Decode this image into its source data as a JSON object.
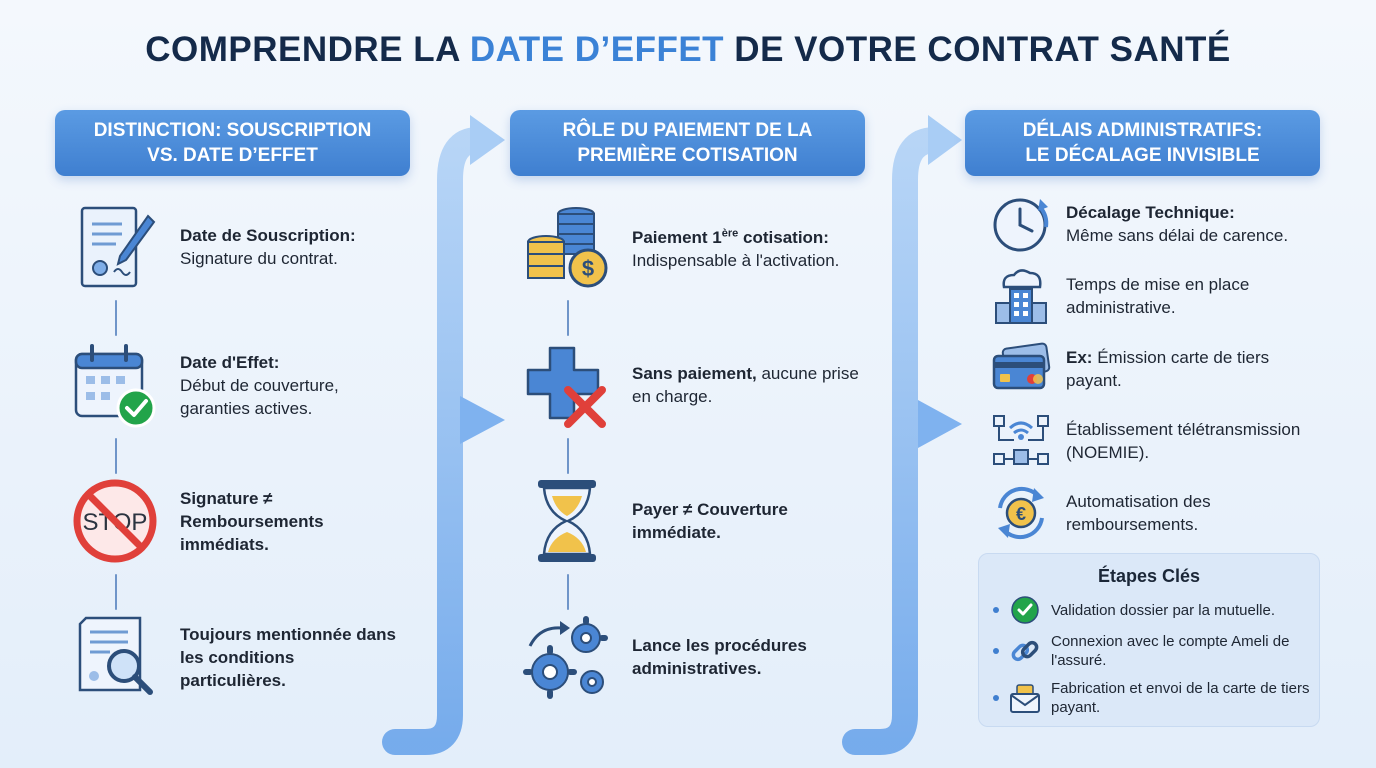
{
  "title": {
    "part1": "COMPRENDRE LA ",
    "highlight": "DATE D’EFFET",
    "part2": " DE VOTRE CONTRAT SANTÉ"
  },
  "columns": [
    {
      "header": [
        "DISTINCTION: SOUSCRIPTION",
        "VS. DATE D’EFFET"
      ],
      "items": [
        {
          "bold": "Date de Souscription:",
          "text": "Signature du contrat.",
          "icon": "contract-pen-icon"
        },
        {
          "bold": "Date d'Effet:",
          "text": "Début de couverture, garanties actives.",
          "icon": "calendar-check-icon"
        },
        {
          "bold": "Signature ≠ Remboursements immédiats.",
          "text": "",
          "icon": "stop-sign-icon"
        },
        {
          "bold": "Toujours mentionnée dans les conditions particulières.",
          "text": "",
          "icon": "document-magnifier-icon"
        }
      ]
    },
    {
      "header": [
        "RÔLE DU PAIEMENT DE LA",
        "PREMIÈRE COTISATION"
      ],
      "items": [
        {
          "bold": "Paiement 1",
          "sup": "ère",
          "bold2": " cotisation:",
          "text": "Indispensable à l'activation.",
          "icon": "coins-dollar-icon"
        },
        {
          "bold": "Sans paiement,",
          "text": " aucune prise en charge.",
          "icon": "medical-cross-x-icon"
        },
        {
          "bold": "Payer ≠ Couverture immédiate.",
          "text": "",
          "icon": "hourglass-icon"
        },
        {
          "bold": "Lance les procédures administratives.",
          "text": "",
          "icon": "gears-icon"
        }
      ]
    },
    {
      "header": [
        "DÉLAIS ADMINISTRATIFS:",
        "LE DÉCALAGE INVISIBLE"
      ],
      "items": [
        {
          "bold": "Décalage Technique:",
          "text": "Même sans délai de carence.",
          "icon": "clock-icon"
        },
        {
          "bold": "",
          "text": "Temps de mise en place administrative.",
          "icon": "cloud-building-icon"
        },
        {
          "bold": "Ex:",
          "text": " Émission carte de tiers payant.",
          "icon": "credit-card-icon"
        },
        {
          "bold": "",
          "text": "Établissement télétransmission (NOEMIE).",
          "icon": "network-wifi-icon"
        },
        {
          "bold": "",
          "text": "Automatisation des remboursements.",
          "icon": "euro-cycle-icon"
        }
      ]
    }
  ],
  "etapes": {
    "title": "Étapes Clés",
    "rows": [
      {
        "text": "Validation dossier par la mutuelle.",
        "icon": "check-circle-icon"
      },
      {
        "text": "Connexion avec le compte Ameli de l'assuré.",
        "icon": "link-icon"
      },
      {
        "text": "Fabrication et envoi de la carte de tiers payant.",
        "icon": "envelope-card-icon"
      }
    ]
  },
  "colors": {
    "accent": "#3b82d6",
    "header": "#4a8ad8",
    "title": "#142a4a",
    "alert_red": "#e0403a",
    "check_green": "#22a44a"
  }
}
